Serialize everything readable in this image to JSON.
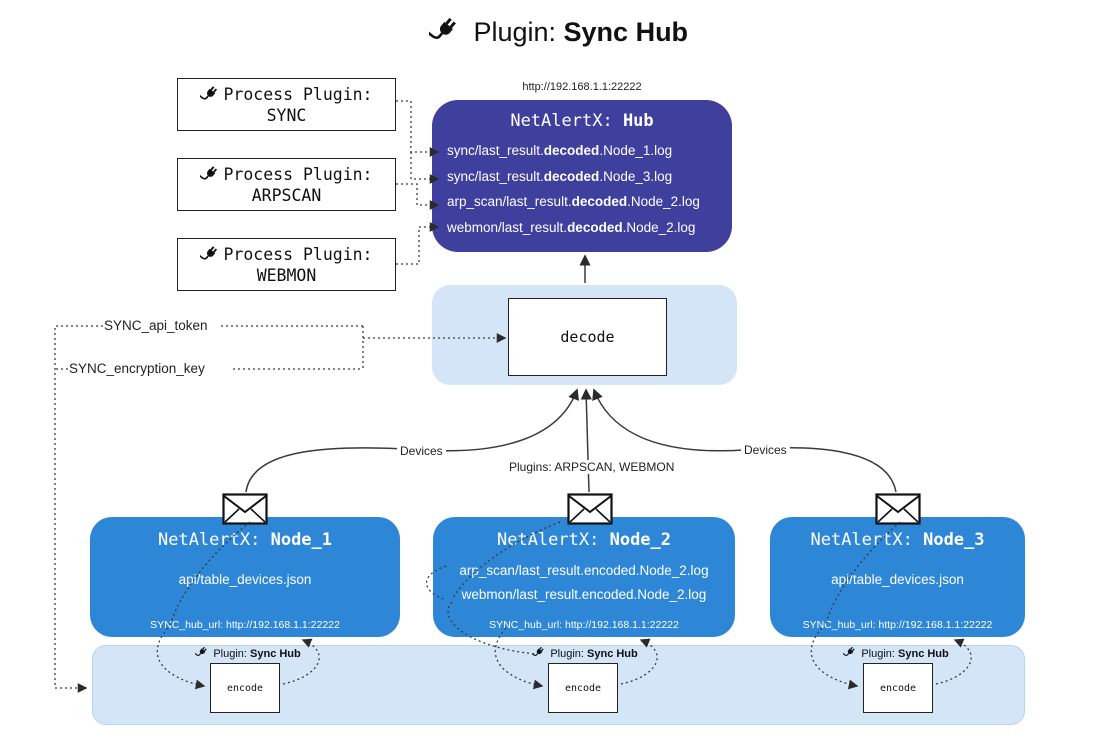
{
  "title": {
    "prefix": "Plugin:",
    "name": "Sync Hub"
  },
  "process_plugins": [
    {
      "label": "Process Plugin:",
      "name": "SYNC"
    },
    {
      "label": "Process Plugin:",
      "name": "ARPSCAN"
    },
    {
      "label": "Process Plugin:",
      "name": "WEBMON"
    }
  ],
  "hub": {
    "url": "http://192.168.1.1:22222",
    "title_prefix": "NetAlertX:",
    "title_name": "Hub",
    "logs": [
      {
        "pre": "sync/last_result.",
        "bold": "decoded",
        "post": ".Node_1.log"
      },
      {
        "pre": "sync/last_result.",
        "bold": "decoded",
        "post": ".Node_3.log"
      },
      {
        "pre": "arp_scan/last_result.",
        "bold": "decoded",
        "post": ".Node_2.log"
      },
      {
        "pre": "webmon/last_result.",
        "bold": "decoded",
        "post": ".Node_2.log"
      }
    ]
  },
  "decode": {
    "label": "decode"
  },
  "secrets": {
    "api_token": "SYNC_api_token",
    "encryption_key": "SYNC_encryption_key"
  },
  "edges": {
    "devices_left": "Devices",
    "plugins_center": "Plugins: ARPSCAN, WEBMON",
    "devices_right": "Devices"
  },
  "nodes": [
    {
      "title_prefix": "NetAlertX:",
      "title_name": "Node_1",
      "files": [
        "api/table_devices.json"
      ],
      "hub_url_label": "SYNC_hub_url: http://192.168.1.1:22222"
    },
    {
      "title_prefix": "NetAlertX:",
      "title_name": "Node_2",
      "files": [
        "arp_scan/last_result.encoded.Node_2.log",
        "webmon/last_result.encoded.Node_2.log"
      ],
      "hub_url_label": "SYNC_hub_url: http://192.168.1.1:22222"
    },
    {
      "title_prefix": "NetAlertX:",
      "title_name": "Node_3",
      "files": [
        "api/table_devices.json"
      ],
      "hub_url_label": "SYNC_hub_url: http://192.168.1.1:22222"
    }
  ],
  "encoders": {
    "plugin_prefix": "Plugin:",
    "plugin_name": "Sync Hub",
    "label": "encode"
  },
  "colors": {
    "hub_bg": "#3f3f9e",
    "node_bg": "#2e87d6",
    "panel_bg": "#d3e5f7",
    "arrow": "#333333"
  }
}
